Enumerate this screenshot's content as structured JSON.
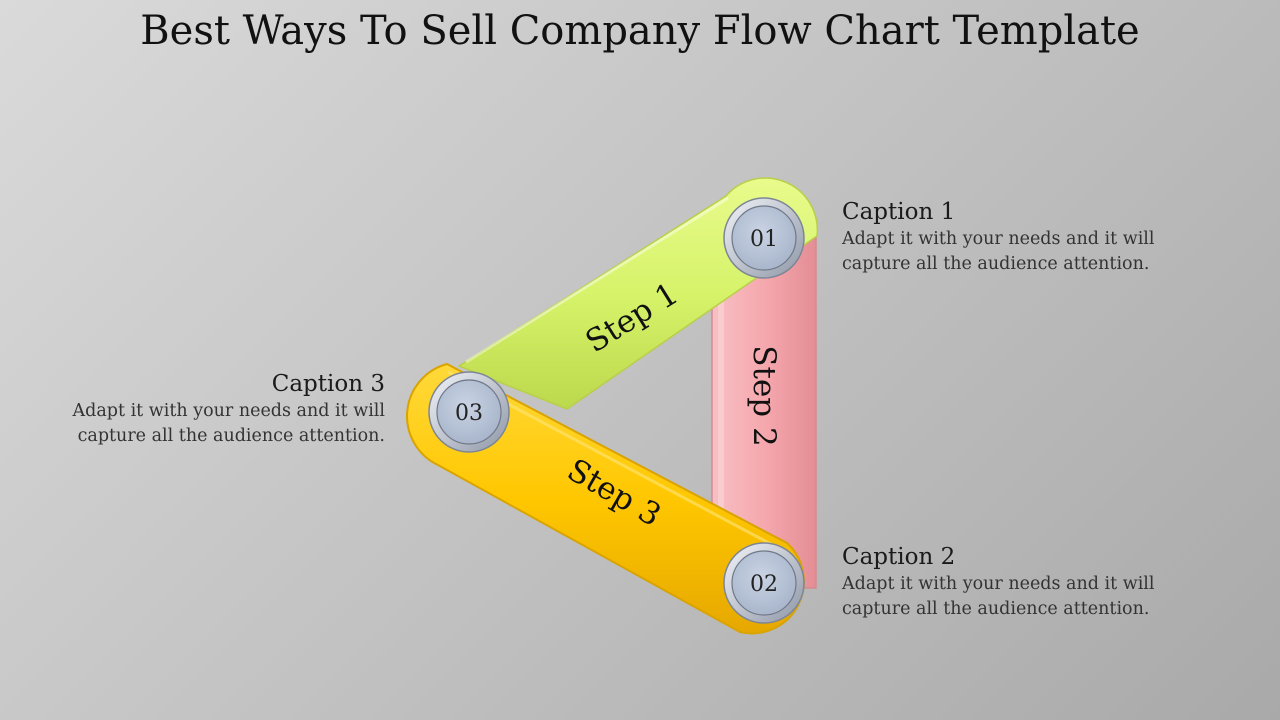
{
  "title": "Best Ways To Sell Company Flow Chart Template",
  "steps": [
    {
      "label": "Step 1",
      "number": "01",
      "color": "#d8f56a"
    },
    {
      "label": "Step 2",
      "number": "02",
      "color": "#f5a6ad"
    },
    {
      "label": "Step 3",
      "number": "03",
      "color": "#ffc800"
    }
  ],
  "captions": [
    {
      "title": "Caption 1",
      "body_line1": "Adapt it with your needs and it will",
      "body_line2": "capture all the audience attention."
    },
    {
      "title": "Caption 2",
      "body_line1": "Adapt it with your needs and it will",
      "body_line2": "capture all the audience attention."
    },
    {
      "title": "Caption 3",
      "body_line1": "Adapt it with your needs and it will",
      "body_line2": "capture all the audience attention."
    }
  ]
}
